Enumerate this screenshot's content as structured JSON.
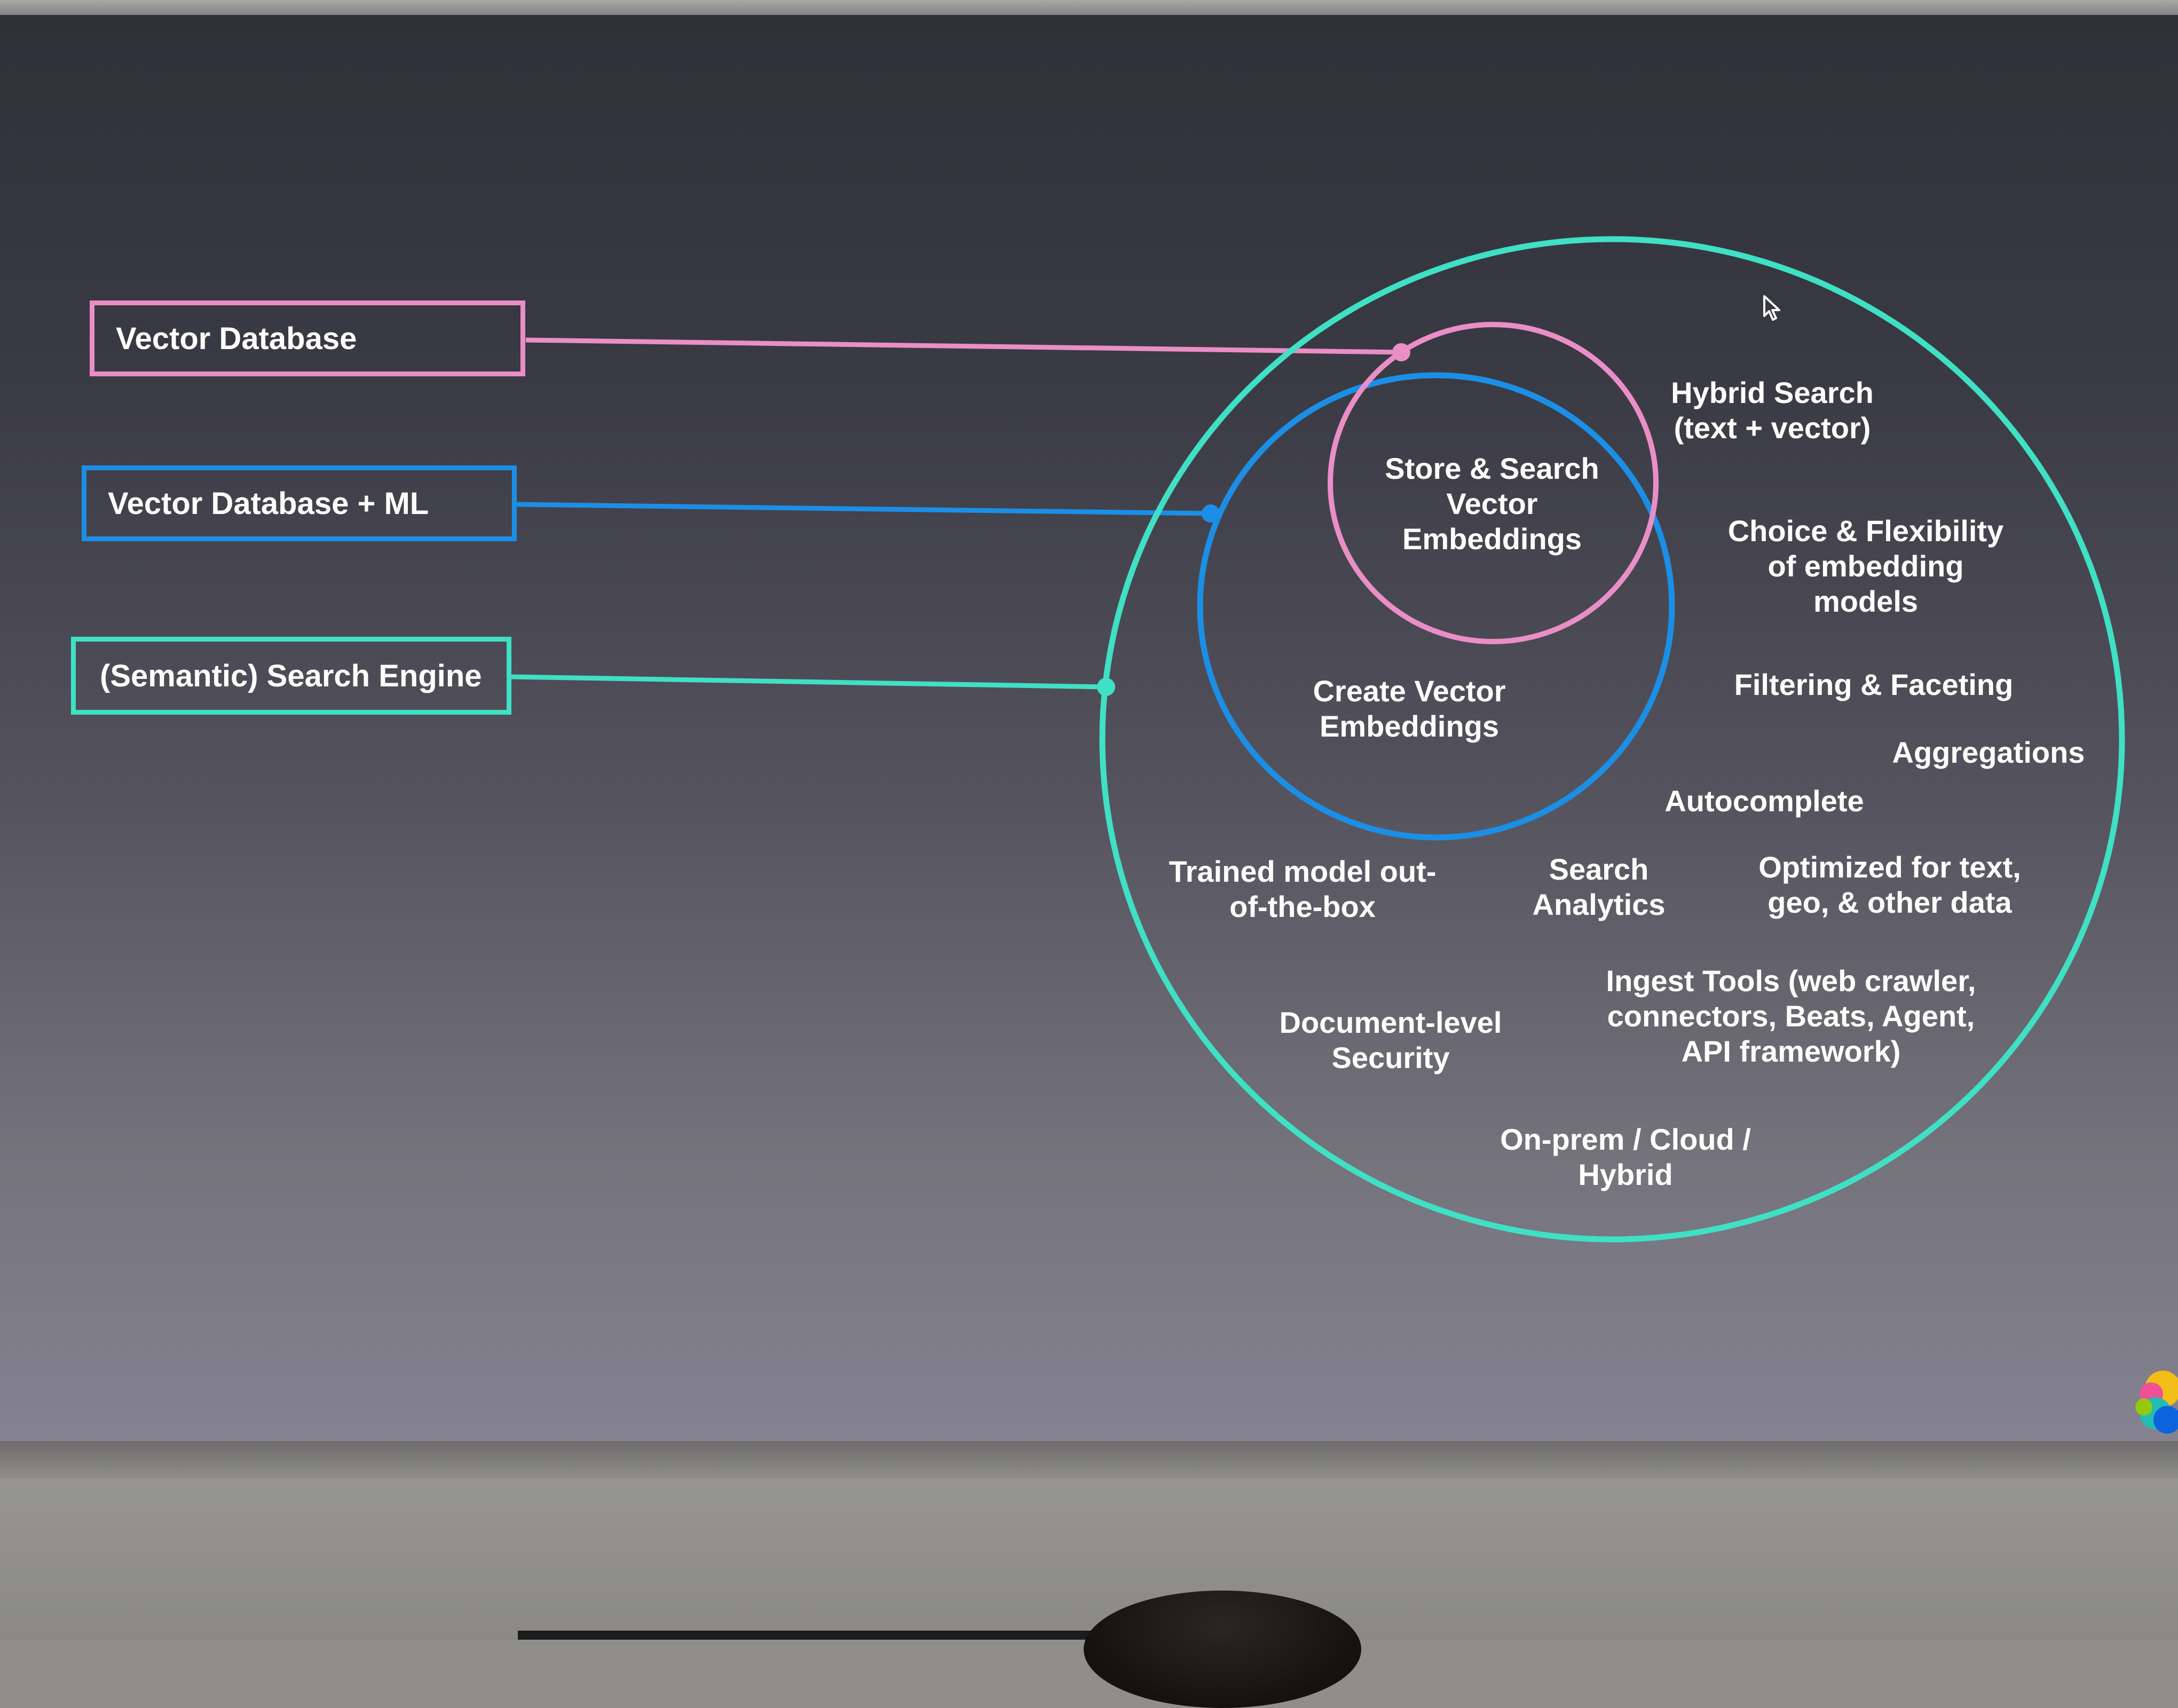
{
  "colors": {
    "vector_database": "#ea8ec6",
    "vector_database_ml": "#1b8fe6",
    "semantic_search_engine": "#3fe0c3",
    "text": "#ffffff"
  },
  "legend": {
    "vector_database": "Vector Database",
    "vector_database_ml": "Vector Database + ML",
    "semantic_search_engine": "(Semantic) Search Engine"
  },
  "inner_circle": {
    "store_search": "Store & Search\nVector\nEmbeddings"
  },
  "middle_circle": {
    "create_vector": "Create Vector\nEmbeddings"
  },
  "outer_circle": {
    "hybrid_search": "Hybrid Search\n(text + vector)",
    "choice_flexibility": "Choice & Flexibility\nof embedding\nmodels",
    "filtering_faceting": "Filtering & Faceting",
    "aggregations": "Aggregations",
    "autocomplete": "Autocomplete",
    "trained_model": "Trained model out-\nof-the-box",
    "search_analytics": "Search\nAnalytics",
    "optimized": "Optimized for text,\ngeo, & other data",
    "ingest_tools": "Ingest Tools (web crawler,\nconnectors, Beats, Agent,\nAPI framework)",
    "document_security": "Document-level\nSecurity",
    "deployment": "On-prem / Cloud /\nHybrid"
  },
  "icons": {
    "cursor": "mouse-pointer-icon",
    "logo": "elastic-logo-icon"
  }
}
